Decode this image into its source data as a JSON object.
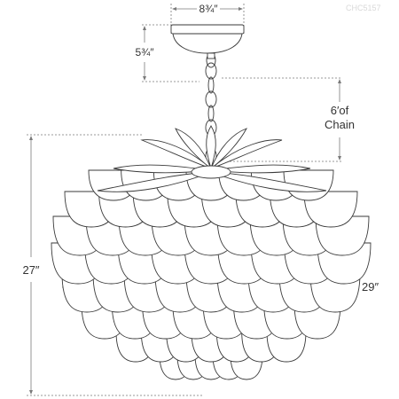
{
  "product_code": "CHC5157",
  "dimensions": {
    "canopy_width": "8¾″",
    "canopy_height": "5¾″",
    "chain_line1": "6′of",
    "chain_line2": "Chain",
    "overall_height": "27″",
    "width": "29″"
  },
  "colors": {
    "line": "#3a3a3a",
    "dim_line": "#7a7a7a",
    "text": "#333333",
    "watermark": "#d9d9d9"
  }
}
